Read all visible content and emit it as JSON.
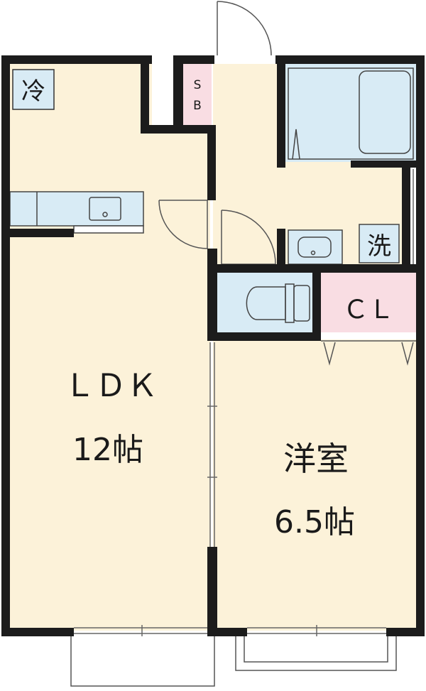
{
  "rooms": {
    "ldk": {
      "name": "ＬＤＫ",
      "size": "12帖"
    },
    "western": {
      "name": "洋室",
      "size": "6.5帖"
    },
    "closet": {
      "label": "ＣＬ"
    },
    "shoe_box": {
      "label_line1": "S",
      "label_line2": "B"
    }
  },
  "fixtures": {
    "fridge": {
      "label": "冷"
    },
    "washer": {
      "label": "洗"
    }
  },
  "colors": {
    "wall": "#1c1c1c",
    "floor": "#fcf2d9",
    "wet_area": "#d8ebf5",
    "storage": "#f9dde3",
    "line": "#555555"
  }
}
